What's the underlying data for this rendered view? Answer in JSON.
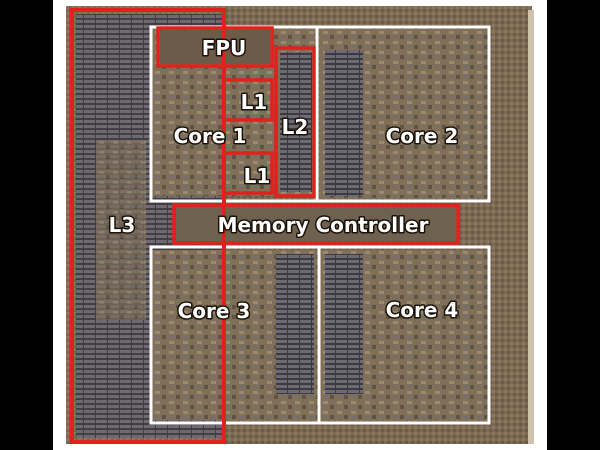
{
  "labels": {
    "fpu": "FPU",
    "l1_top": "L1",
    "l1_bottom": "L1",
    "l2": "L2",
    "l3": "L3",
    "core1": "Core 1",
    "core2": "Core 2",
    "core3": "Core 3",
    "core4": "Core 4",
    "memory_controller": "Memory Controller"
  },
  "colors": {
    "highlight_red": "#e0211c",
    "core_white": "#ffffff",
    "die_base": "#7d6a54"
  }
}
